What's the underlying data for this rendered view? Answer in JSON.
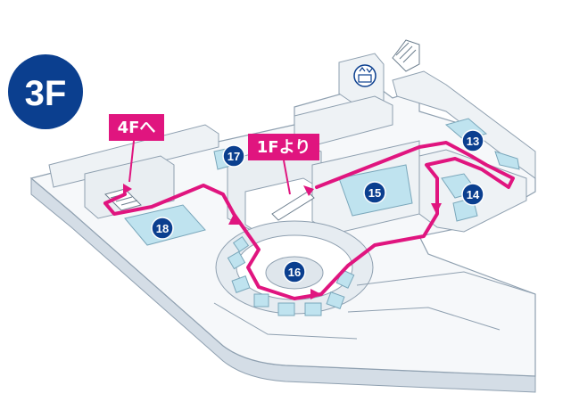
{
  "floor": {
    "label": "3F"
  },
  "colors": {
    "accent": "#e0157f",
    "badge": "#0b3f8f",
    "floor_top": "#f6f8fa",
    "floor_side": "#d4dde6",
    "outline": "#8fa0b0",
    "booth": "#bfe3ef"
  },
  "signs": {
    "to_4f": "4Fへ",
    "from_1f": "1Fより"
  },
  "stops": [
    {
      "number": "13"
    },
    {
      "number": "14"
    },
    {
      "number": "15"
    },
    {
      "number": "16"
    },
    {
      "number": "17"
    },
    {
      "number": "18"
    }
  ],
  "icons": {
    "elevator": "elevator-icon",
    "stairs": "stairs-icon",
    "escalator": "escalator-icon"
  }
}
